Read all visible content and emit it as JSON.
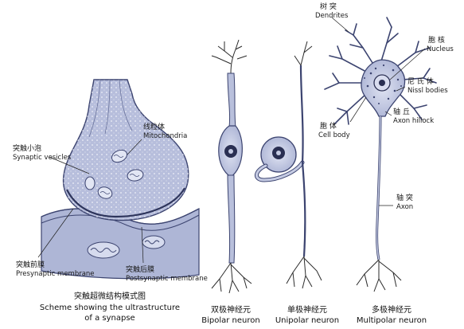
{
  "synapse": {
    "vesicles_zh": "突触小泡",
    "vesicles_en": "Synaptic vesicles",
    "mito_zh": "线粒体",
    "mito_en": "Mitochondria",
    "pre_zh": "突触前膜",
    "pre_en": "Presynaptic membrane",
    "post_zh": "突触后膜",
    "post_en": "Postsynaptic membrane",
    "caption_zh": "突触超微结构模式图",
    "caption_en_1": "Scheme showing the ultrastructure",
    "caption_en_2": "of a synapse"
  },
  "neurons": {
    "bipolar_zh": "双极神经元",
    "bipolar_en": "Bipolar neuron",
    "unipolar_zh": "单极神经元",
    "unipolar_en": "Unipolar neuron",
    "multipolar_zh": "多极神经元",
    "multipolar_en": "Multipolar neuron"
  },
  "multipolar_labels": {
    "dendrites_zh": "树 突",
    "dendrites_en": "Dendrites",
    "nucleus_zh": "胞 核",
    "nucleus_en": "Nucleus",
    "nissl_zh": "尼 氏 体",
    "nissl_en": "Nissl bodies",
    "hillock_zh": "轴 丘",
    "hillock_en": "Axon hillock",
    "cellbody_zh": "胞 体",
    "cellbody_en": "Cell body",
    "axon_zh": "轴 突",
    "axon_en": "Axon"
  },
  "colors": {
    "cell_fill": "#b9c0dc",
    "cell_stroke": "#3c4470",
    "body_fill": "#c5cbe3",
    "nucleus": "#1f2442",
    "line": "#2a2a2a"
  }
}
